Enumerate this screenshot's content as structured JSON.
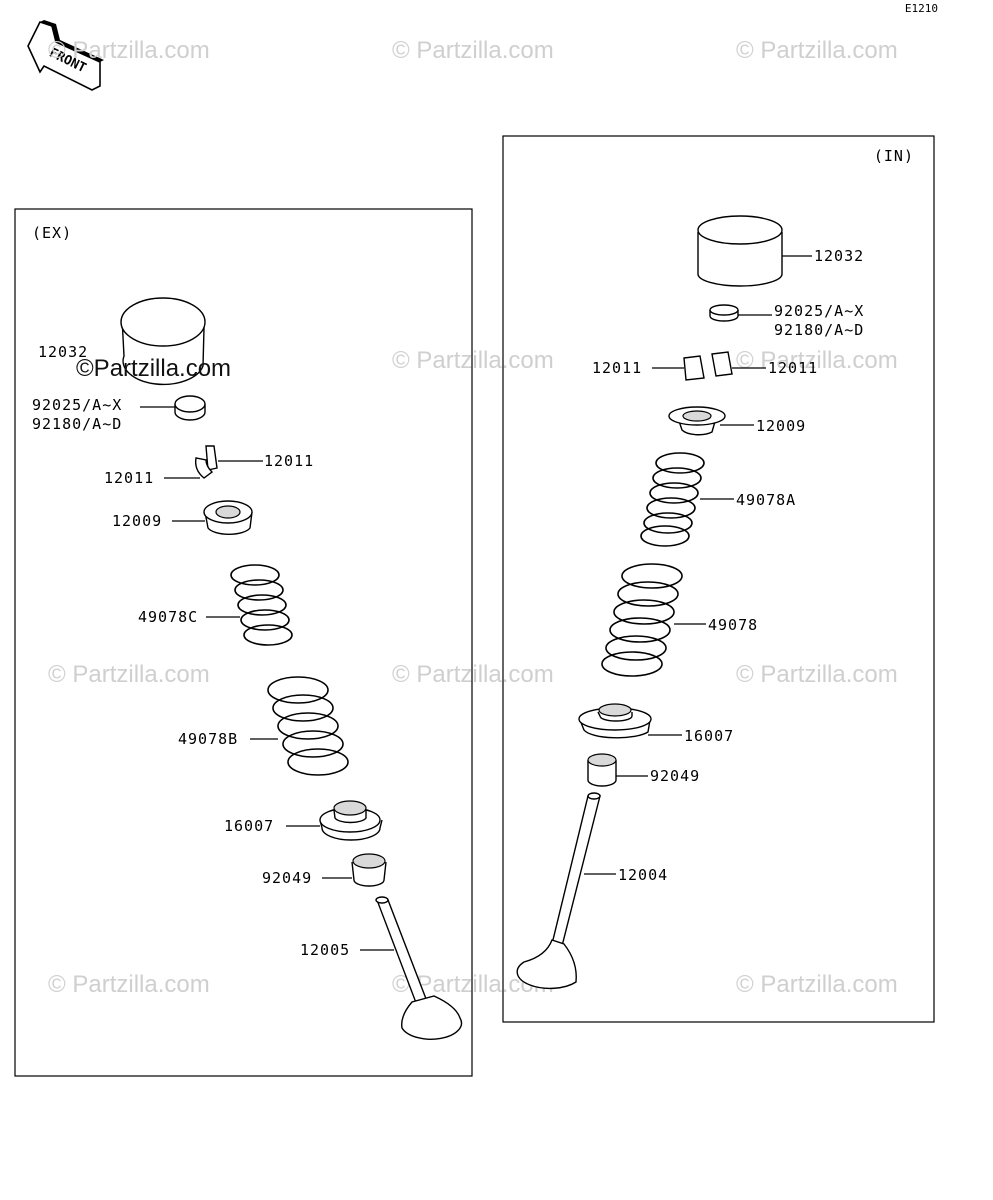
{
  "diagram_code": "E1210",
  "front_badge": "FRONT",
  "watermark": "© Partzilla.com",
  "watermark_overlay": "©Partzilla.com",
  "panels": {
    "ex": {
      "title": "(EX)",
      "labels": {
        "retainer_top": "12032",
        "shim_a": "92025/A~X",
        "shim_b": "92180/A~D",
        "keeper_right": "12011",
        "keeper_left": "12011",
        "spring_retainer": "12009",
        "inner_spring": "49078C",
        "outer_spring": "49078B",
        "spring_seat": "16007",
        "stem_seal": "92049",
        "valve": "12005"
      }
    },
    "in": {
      "title": "(IN)",
      "labels": {
        "tappet": "12032",
        "shim_a": "92025/A~X",
        "shim_b": "92180/A~D",
        "keeper_left": "12011",
        "keeper_right": "12011",
        "spring_retainer": "12009",
        "inner_spring": "49078A",
        "outer_spring": "49078",
        "spring_seat": "16007",
        "stem_seal": "92049",
        "valve": "12004"
      }
    }
  }
}
